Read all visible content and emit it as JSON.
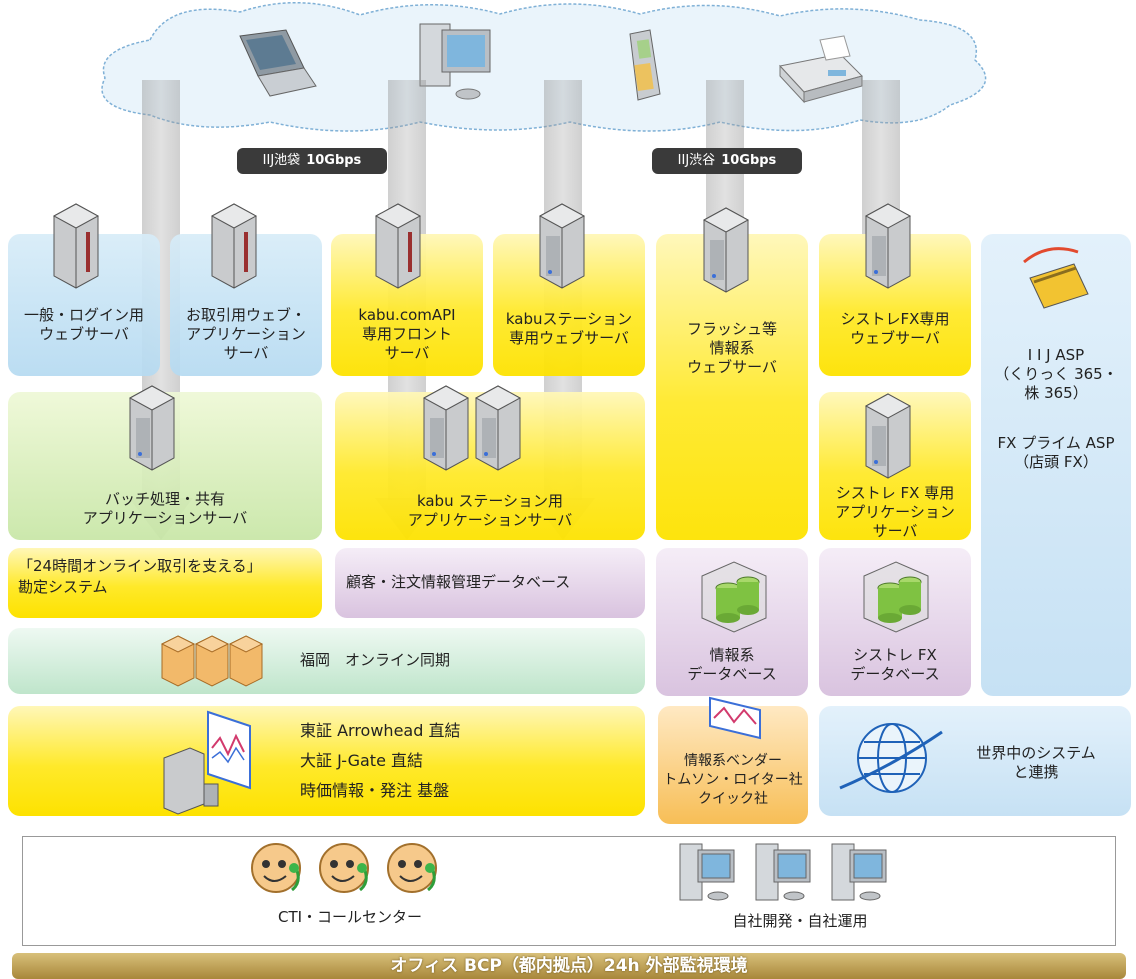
{
  "links": {
    "ikebukuro": {
      "place": "IIJ池袋",
      "speed": "10Gbps"
    },
    "shibuya": {
      "place": "IIJ渋谷",
      "speed": "10Gbps"
    }
  },
  "servers": {
    "general_web": "一般・ログイン用\nウェブサーバ",
    "trade_web": "お取引用ウェブ・\nアプリケーション\nサーバ",
    "api_front": "kabu.comAPI\n専用フロント\nサーバ",
    "kabu_web": "kabuステーション\n専用ウェブサーバ",
    "flash_web": "フラッシュ等\n情報系\nウェブサーバ",
    "fx_web": "シストレFX専用\nウェブサーバ",
    "iij_asp": "I I J ASP\n（くりっく 365・\n株 365）",
    "fx_prime": "FX プライム ASP\n（店頭 FX）",
    "batch_app": "バッチ処理・共有\nアプリケーションサーバ",
    "kabu_app": "kabu ステーション用\nアプリケーションサーバ",
    "fx_app": "シストレ FX 専用\nアプリケーション\nサーバ",
    "accounting": "「24時間オンライン取引を支える」\n勘定システム",
    "customer_db": "顧客・注文情報管理データベース",
    "info_db": "情報系\nデータベース",
    "fx_db": "シストレ FX\nデータベース",
    "fukuoka": "福岡　オンライン同期",
    "exchange": "東証 Arrowhead  直結\n大証 J-Gate  直結\n時価情報・発注  基盤",
    "vendors": "情報系ベンダー\nトムソン・ロイター社\nクイック社",
    "world": "世界中のシステム\nと連携",
    "cti": "CTI・コールセンター",
    "inhouse": "自社開発・自社運用",
    "footer": "オフィス BCP（都内拠点）24h 外部監視環境"
  },
  "icons": [
    "laptop-icon",
    "desktop-pc-icon",
    "mobile-phone-icon",
    "fax-icon",
    "server-icon",
    "database-icon",
    "box-icon",
    "chart-monitor-icon",
    "globe-icon",
    "operator-face-icon",
    "asp-card-icon"
  ],
  "colors": {
    "yellow": "#ffe92a",
    "blue": "#b5daf1",
    "green": "#c7e6a5",
    "purple": "#d9c3df",
    "orange": "#f7be56",
    "footer": "#b0913d"
  }
}
